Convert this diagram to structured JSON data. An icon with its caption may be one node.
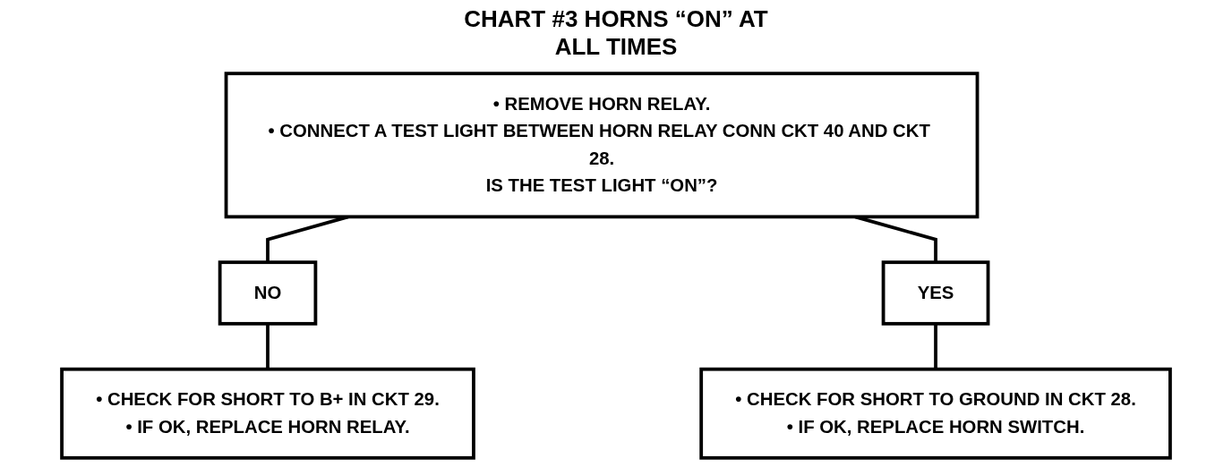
{
  "diagram": {
    "title": "CHART #3 HORNS “ON” AT ALL TIMES",
    "nodes": [
      {
        "text": [
          "• REMOVE HORN RELAY.",
          "• CONNECT A TEST LIGHT BETWEEN HORN RELAY CONN CKT 40 AND CKT 28.",
          "IS THE TEST LIGHT “ON”?"
        ]
      },
      {
        "text": [
          "NO"
        ]
      },
      {
        "text": [
          "YES"
        ]
      },
      {
        "text": [
          "• CHECK FOR SHORT TO B+ IN CKT 29.",
          "• IF OK, REPLACE HORN RELAY."
        ]
      },
      {
        "text": [
          "• CHECK FOR SHORT TO GROUND IN CKT 28.",
          "• IF OK, REPLACE HORN SWITCH."
        ]
      }
    ],
    "edges": [
      {
        "from": 0,
        "to": 1,
        "arrow": "none"
      },
      {
        "from": 0,
        "to": 2,
        "arrow": "none"
      },
      {
        "from": 1,
        "to": 3,
        "arrow": "none"
      },
      {
        "from": 2,
        "to": 4,
        "arrow": "none"
      }
    ]
  }
}
